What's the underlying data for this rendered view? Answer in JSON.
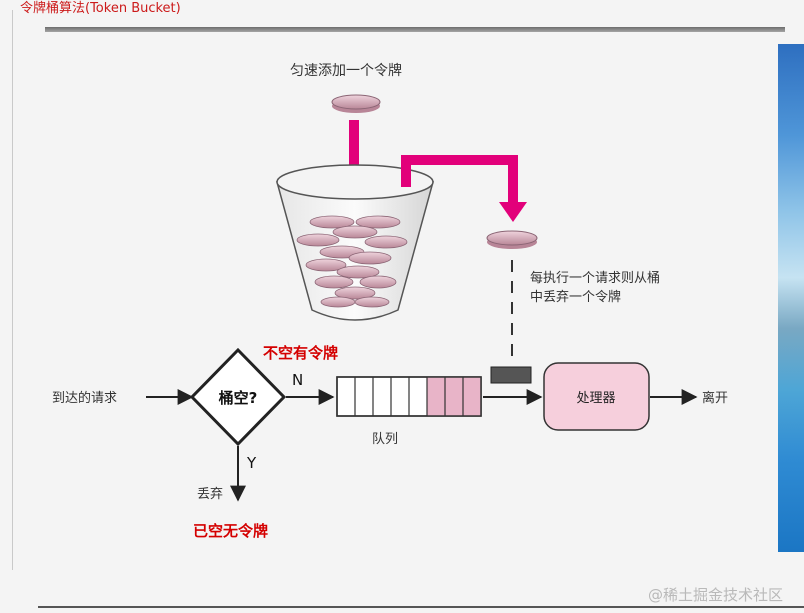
{
  "slide": {
    "title": "令牌桶算法(Token Bucket)",
    "watermark": "@稀土掘金技术社区"
  },
  "diagram": {
    "add_token_label": "匀速添加一个令牌",
    "remove_token_label_line1": "每执行一个请求则从桶",
    "remove_token_label_line2": "中丢弃一个令牌",
    "not_empty_label": "不空有令牌",
    "empty_label": "已空无令牌",
    "incoming_label": "到达的请求",
    "decision_label": "桶空?",
    "no_branch_label": "N",
    "yes_branch_label": "Y",
    "discard_label": "丢弃",
    "queue_label": "队列",
    "processor_label": "处理器",
    "leave_label": "离开",
    "colors": {
      "arrow_magenta": "#e2007a",
      "warning_red": "#d40000",
      "token_pink": "#d9a2b5",
      "processor_fill": "#f6cfdc",
      "queue_filled": "#e8b4c8"
    }
  }
}
